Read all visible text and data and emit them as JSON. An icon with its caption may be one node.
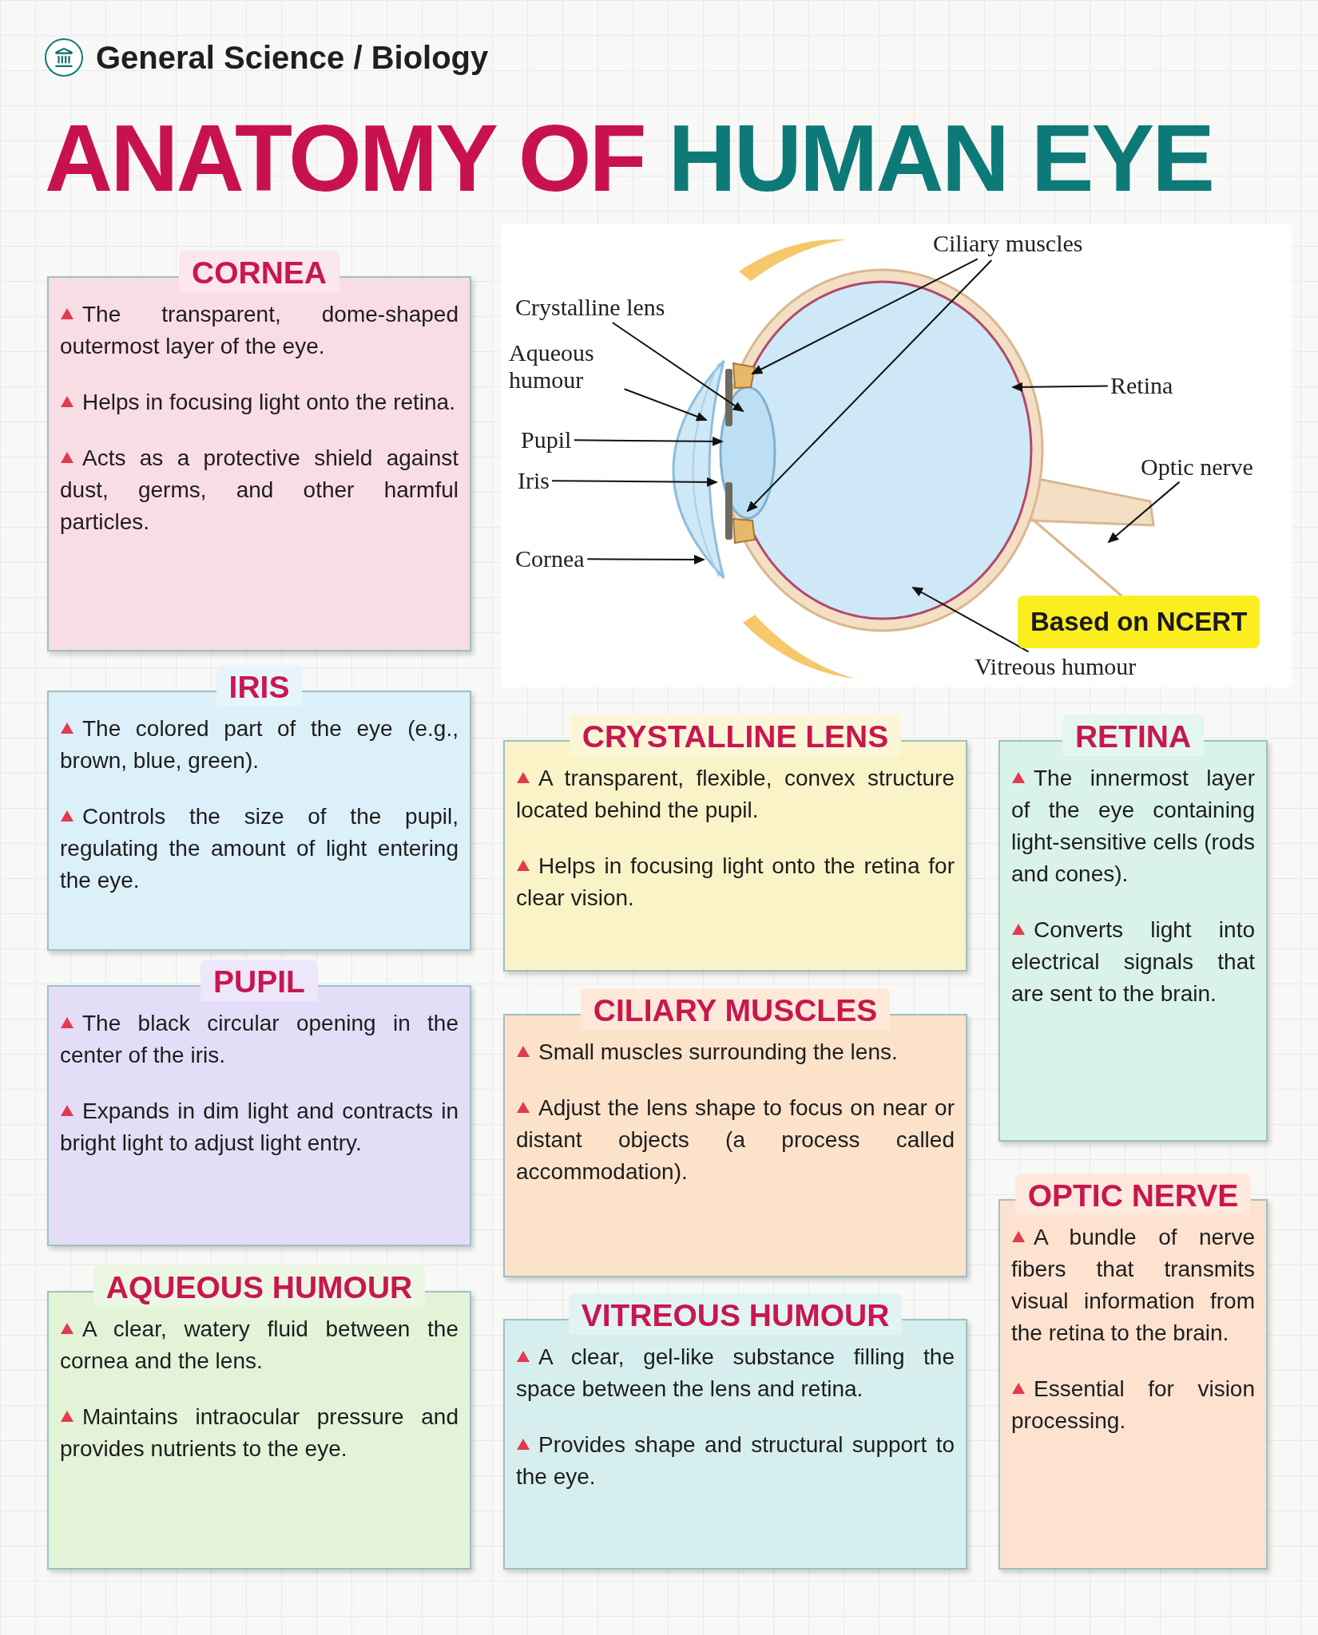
{
  "diagram": {
    "title": "ANATOMY OF HUMAN EYE",
    "nodes": [
      {
        "text": [
          "CORNEA",
          "The transparent, dome-shaped outermost layer of the eye.",
          "Helps in focusing light onto the retina.",
          "Acts as a protective shield against dust, germs, and other harmful particles."
        ]
      },
      {
        "text": [
          "IRIS",
          "The colored part of the eye (e.g., brown, blue, green).",
          "Controls the size of the pupil, regulating the amount of light entering the eye."
        ]
      },
      {
        "text": [
          "PUPIL",
          "The black circular opening in the center of the iris.",
          "Expands in dim light and contracts in bright light to adjust light entry."
        ]
      },
      {
        "text": [
          "AQUEOUS HUMOUR",
          "A clear, watery fluid between the cornea and the lens.",
          "Maintains intraocular pressure and provides nutrients to the eye."
        ]
      },
      {
        "text": [
          "CRYSTALLINE LENS",
          "A transparent, flexible, convex structure located behind the pupil.",
          "Helps in focusing light onto the retina for clear vision."
        ]
      },
      {
        "text": [
          "CILIARY MUSCLES",
          "Small muscles surrounding the lens.",
          "Adjust the lens shape to focus on near or distant objects (a process called accommodation)."
        ]
      },
      {
        "text": [
          "VITREOUS HUMOUR",
          "A clear, gel-like substance filling the space between the lens and retina.",
          "Provides shape and structural support to the eye."
        ]
      },
      {
        "text": [
          "RETINA",
          "The innermost layer of the eye containing light-sensitive cells (rods and cones).",
          "Converts light into electrical signals that are sent to the brain."
        ]
      },
      {
        "text": [
          "OPTIC NERVE",
          "A bundle of nerve fibers that transmits visual information from the retina to the brain.",
          "Essential for vision processing."
        ]
      },
      {
        "text": [
          "Ciliary muscles"
        ]
      },
      {
        "text": [
          "Crystalline lens"
        ]
      },
      {
        "text": [
          "Aqueous humour"
        ]
      },
      {
        "text": [
          "Pupil"
        ]
      },
      {
        "text": [
          "Iris"
        ]
      },
      {
        "text": [
          "Retina"
        ]
      },
      {
        "text": [
          "Optic nerve"
        ]
      },
      {
        "text": [
          "Cornea"
        ]
      },
      {
        "text": [
          "Vitreous humour"
        ]
      }
    ],
    "edges": [
      {
        "from": 9,
        "to": null,
        "arrow": "to"
      },
      {
        "from": 9,
        "to": null,
        "arrow": "to"
      },
      {
        "from": 10,
        "to": null,
        "arrow": "to"
      },
      {
        "from": 11,
        "to": null,
        "arrow": "to"
      },
      {
        "from": 12,
        "to": null,
        "arrow": "to"
      },
      {
        "from": 13,
        "to": null,
        "arrow": "to"
      },
      {
        "from": 14,
        "to": null,
        "arrow": "to"
      },
      {
        "from": 15,
        "to": null,
        "arrow": "to"
      },
      {
        "from": 16,
        "to": null,
        "arrow": "to"
      },
      {
        "from": 17,
        "to": null,
        "arrow": "to"
      }
    ],
    "labels": [
      "General Science / Biology",
      "Based on NCERT"
    ]
  }
}
